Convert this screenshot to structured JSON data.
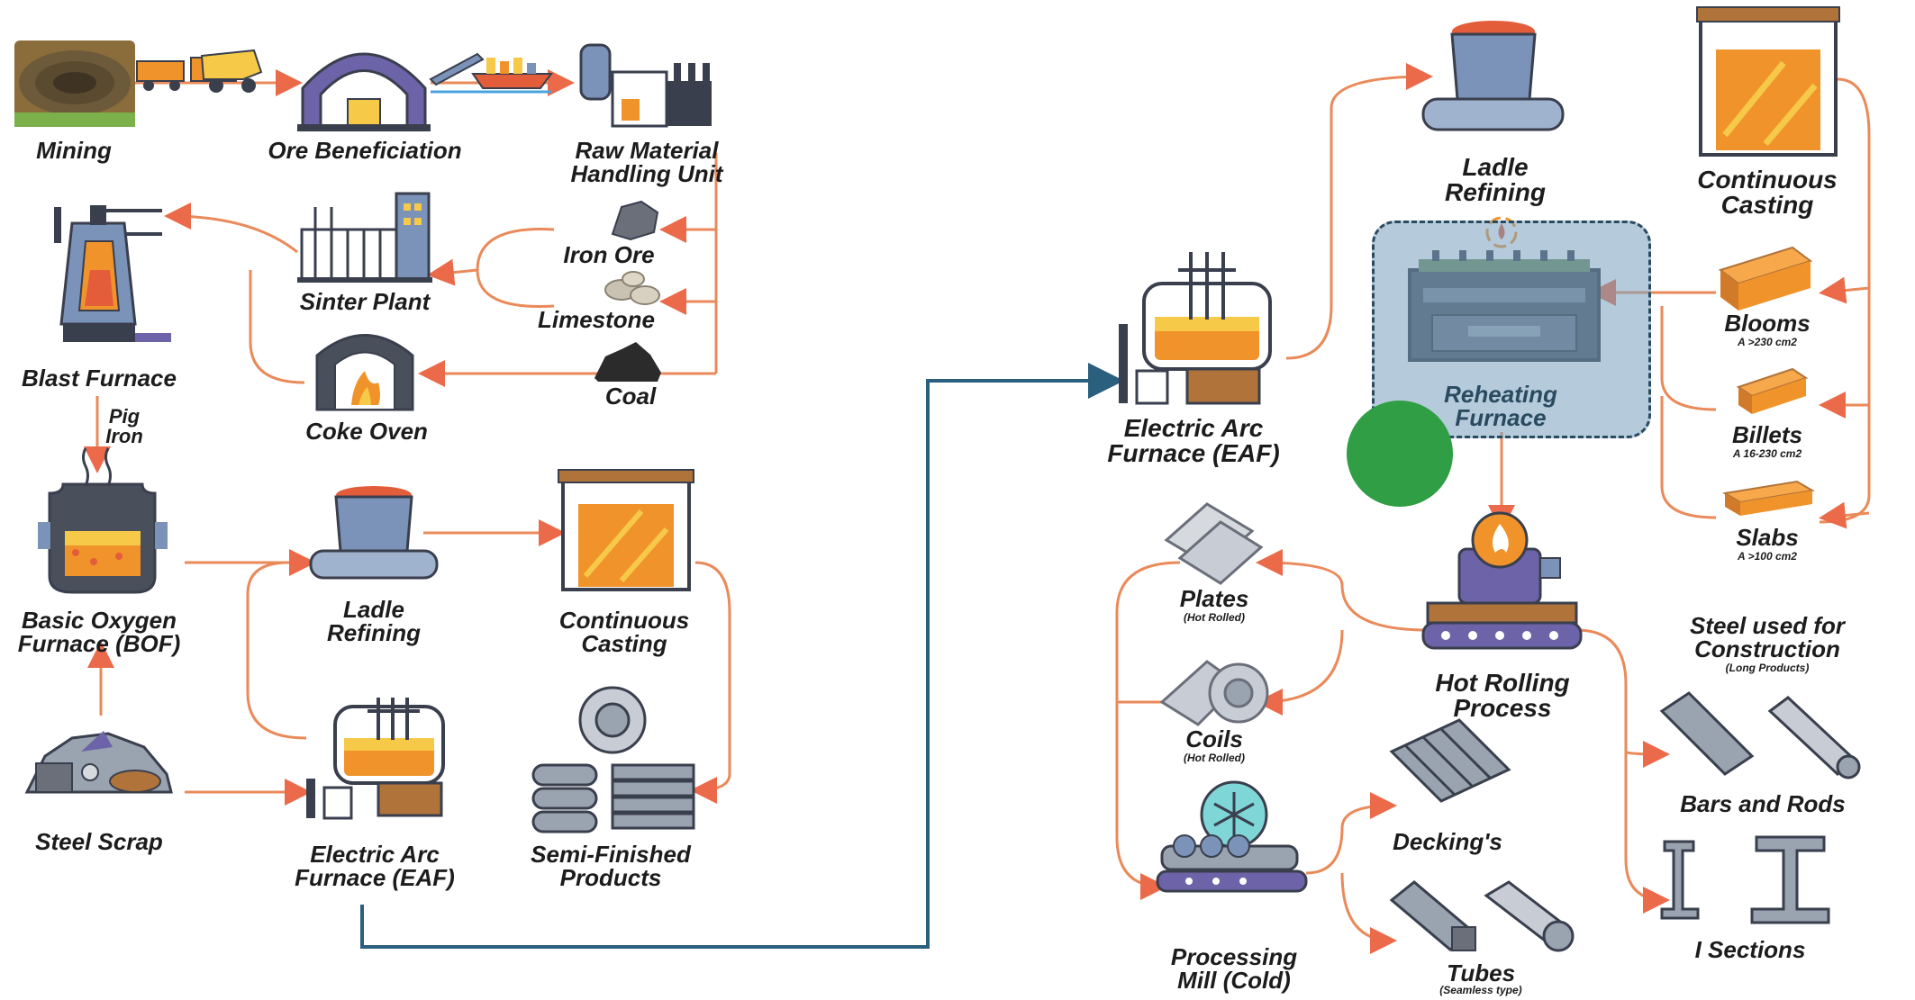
{
  "left_panel": {
    "mining": "Mining",
    "ore_beneficiation": "Ore Beneficiation",
    "raw_material": [
      "Raw Material",
      "Handling Unit"
    ],
    "iron_ore": "Iron Ore",
    "limestone": "Limestone",
    "coal": "Coal",
    "sinter_plant": "Sinter Plant",
    "coke_oven": "Coke Oven",
    "blast_furnace": "Blast Furnace",
    "pig_iron": [
      "Pig",
      "Iron"
    ],
    "bof": [
      "Basic Oxygen",
      "Furnace (BOF)"
    ],
    "steel_scrap": "Steel Scrap",
    "ladle_refining": [
      "Ladle",
      "Refining"
    ],
    "continuous_casting": [
      "Continuous",
      "Casting"
    ],
    "eaf": [
      "Electric Arc",
      "Furnace (EAF)"
    ],
    "semi_finished": [
      "Semi-Finished",
      "Products"
    ]
  },
  "right_panel": {
    "eaf": [
      "Electric Arc",
      "Furnace (EAF)"
    ],
    "ladle_refining": [
      "Ladle",
      "Refining"
    ],
    "continuous_casting": [
      "Continuous",
      "Casting"
    ],
    "reheating_furnace": [
      "Reheating",
      "Furnace"
    ],
    "blooms": "Blooms",
    "blooms_note": "A >230 cm2",
    "billets": "Billets",
    "billets_note": "A 16-230 cm2",
    "slabs": "Slabs",
    "slabs_note": "A >100 cm2",
    "plates": "Plates",
    "plates_note": "(Hot Rolled)",
    "coils": "Coils",
    "coils_note": "(Hot Rolled)",
    "hot_rolling": [
      "Hot Rolling",
      "Process"
    ],
    "processing_mill": [
      "Processing",
      "Mill (Cold)"
    ],
    "deckings": "Decking's",
    "tubes": "Tubes",
    "tubes_note": "(Seamless type)",
    "construction": [
      "Steel used for",
      "Construction"
    ],
    "construction_note": "(Long Products)",
    "bars_rods": "Bars and Rods",
    "i_sections": "I Sections"
  },
  "colors": {
    "arrow": "#ea6a4a",
    "arrow_light": "#ef9a6a",
    "connector": "#2a5f7e",
    "highlight_fill": "#8fb0c8",
    "highlight_border": "#2a4a60",
    "check": "#2f9e44",
    "icon_dark": "#3a3f4e",
    "icon_orange": "#f0932b",
    "icon_yellow": "#f7c948",
    "icon_purple": "#6c63a8",
    "icon_blue": "#7b93b8"
  },
  "icons": [
    "mine-pit-icon",
    "mining-trucks-icon",
    "beneficiation-plant-icon",
    "conveyor-ship-icon",
    "raw-material-plant-icon",
    "iron-ore-rock-icon",
    "limestone-rocks-icon",
    "coal-pile-icon",
    "sinter-plant-icon",
    "coke-oven-icon",
    "blast-furnace-icon",
    "bof-converter-icon",
    "scrap-pile-icon",
    "ladle-icon",
    "continuous-caster-icon",
    "arc-furnace-icon",
    "semi-finished-products-icon",
    "reheating-furnace-icon",
    "checkmark-icon",
    "bloom-bar-icon",
    "billet-bar-icon",
    "slab-bar-icon",
    "plates-icon",
    "coil-icon",
    "hot-rolling-mill-icon",
    "cold-mill-icon",
    "decking-icon",
    "tubes-icon",
    "bars-rods-icon",
    "i-section-icon"
  ]
}
